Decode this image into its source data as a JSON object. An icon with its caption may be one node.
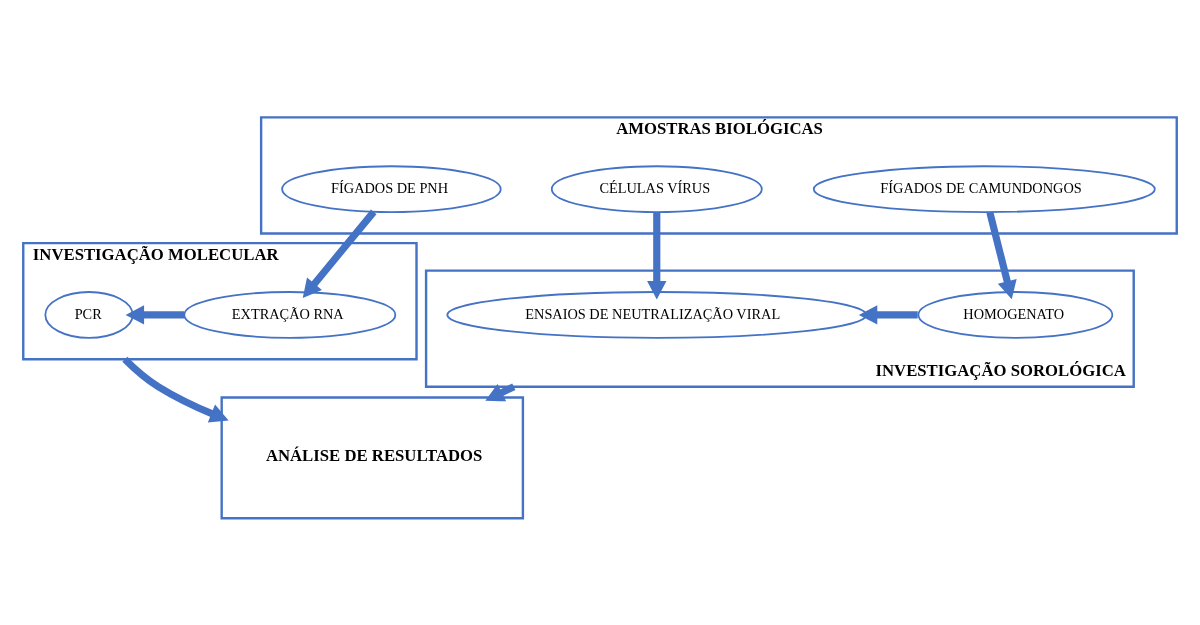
{
  "diagram": {
    "nodes": [
      {
        "text": [
          "AMOSTRAS BIOLÓGICAS"
        ]
      },
      {
        "text": [
          "FÍGADOS DE PNH"
        ],
        "in": 0
      },
      {
        "text": [
          "CÉLULAS VÍRUS"
        ],
        "in": 0
      },
      {
        "text": [
          "FÍGADOS DE CAMUNDONGOS"
        ],
        "in": 0
      },
      {
        "text": [
          "INVESTIGAÇÃO MOLECULAR"
        ]
      },
      {
        "text": [
          "PCR"
        ],
        "in": 4
      },
      {
        "text": [
          "EXTRAÇÃO RNA"
        ],
        "in": 4
      },
      {
        "text": [
          "INVESTIGAÇÃO SOROLÓGICA"
        ]
      },
      {
        "text": [
          "ENSAIOS DE NEUTRALIZAÇÃO VIRAL"
        ],
        "in": 7
      },
      {
        "text": [
          "HOMOGENATO"
        ],
        "in": 7
      },
      {
        "text": [
          "ANÁLISE DE RESULTADOS"
        ]
      }
    ],
    "edges": [
      {
        "from": 1,
        "to": 6,
        "arrow": "to"
      },
      {
        "from": 2,
        "to": 8,
        "arrow": "to"
      },
      {
        "from": 3,
        "to": 9,
        "arrow": "to"
      },
      {
        "from": 6,
        "to": 5,
        "arrow": "to"
      },
      {
        "from": 9,
        "to": 8,
        "arrow": "to"
      },
      {
        "from": 4,
        "to": 10,
        "arrow": "to"
      },
      {
        "from": 7,
        "to": 10,
        "arrow": "to"
      }
    ]
  }
}
